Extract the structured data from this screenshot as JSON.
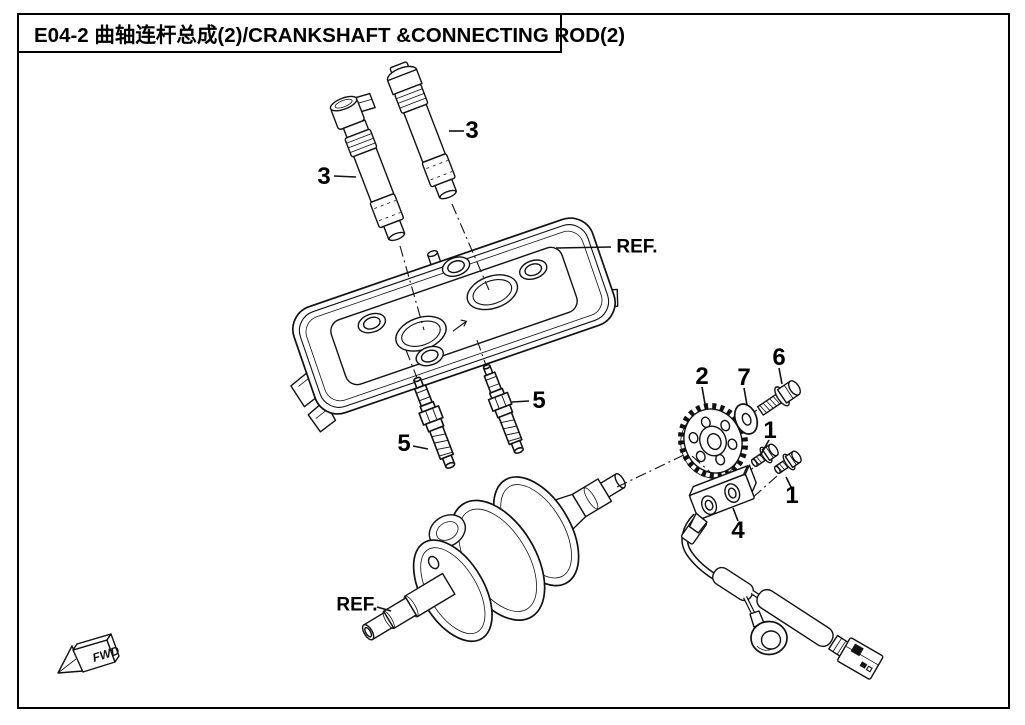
{
  "title": {
    "code": "E04-2",
    "name_cn": "曲轴连杆总成(2)",
    "name_en": "CRANKSHAFT &CONNECTING ROD(2)",
    "full": "E04-2  曲轴连杆总成(2)/CRANKSHAFT &CONNECTING ROD(2)"
  },
  "callouts": {
    "coil_left": "3",
    "coil_right": "3",
    "cover_ref": "REF.",
    "plug_right": "5",
    "plug_left": "5",
    "sprocket": "2",
    "washer": "7",
    "flange_bolt": "6",
    "bolt_upper": "1",
    "bolt_lower": "1",
    "sensor": "4",
    "crankshaft_ref": "REF.",
    "fwd_marker": "FWD"
  }
}
